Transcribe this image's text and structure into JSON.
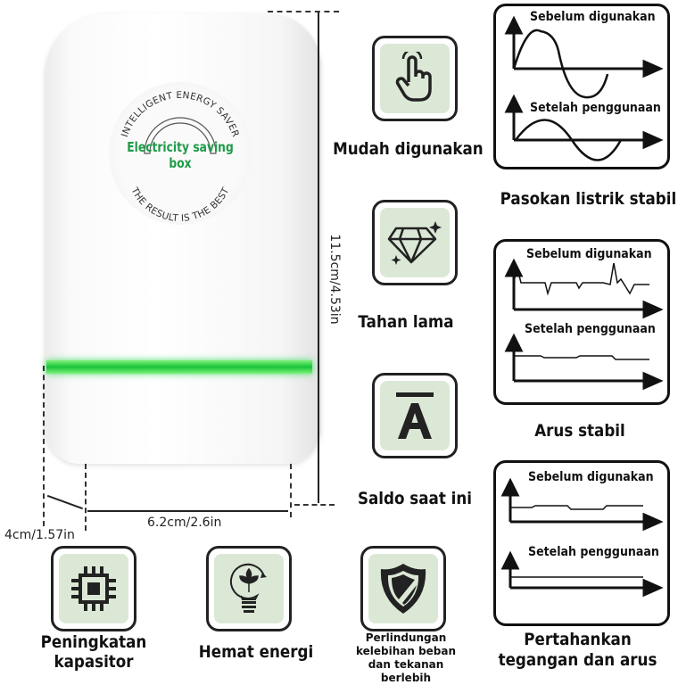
{
  "product": {
    "badge_top": "INTELLIGENT ENERGY SAVER",
    "badge_main": "Electricity saving box",
    "badge_bottom": "THE RESULT IS THE BEST",
    "accent_color": "#19c53a"
  },
  "dimensions": {
    "height": "11.5cm/4.53in",
    "width": "6.2cm/2.6in",
    "depth": "4cm/1.57in"
  },
  "features": [
    {
      "icon": "pointing-hand-icon",
      "label": "Mudah digunakan"
    },
    {
      "icon": "diamond-icon",
      "label": "Tahan lama"
    },
    {
      "icon": "letter-a-icon",
      "label": "Saldo saat ini"
    },
    {
      "icon": "chip-icon",
      "label": "Peningkatan kapasitor"
    },
    {
      "icon": "lightbulb-leaf-icon",
      "label": "Hemat energi"
    },
    {
      "icon": "shield-icon",
      "label": "Perlindungan kelebihan beban dan tekanan berlebih"
    }
  ],
  "panels": [
    {
      "before": "Sebelum digunakan",
      "after": "Setelah penggunaan",
      "label": "Pasokan listrik stabil"
    },
    {
      "before": "Sebelum digunakan",
      "after": "Setelah penggunaan",
      "label": "Arus stabil"
    },
    {
      "before": "Sebelum digunakan",
      "after": "Setelah penggunaan",
      "label": "Pertahankan tegangan dan arus"
    }
  ]
}
